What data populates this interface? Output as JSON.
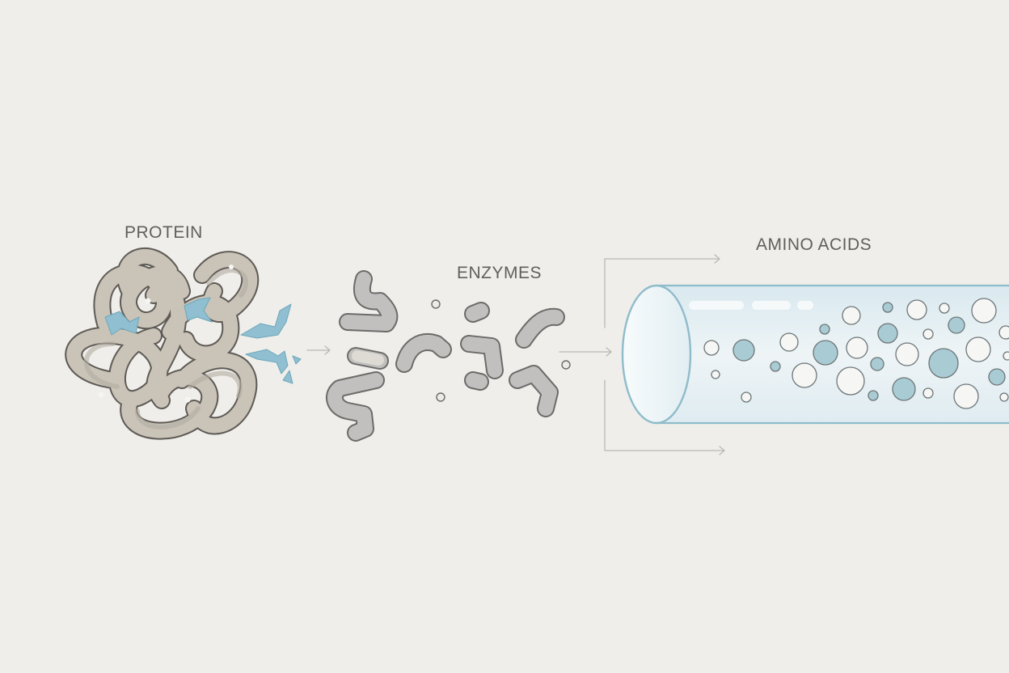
{
  "labels": {
    "protein": "PROTEIN",
    "enzymes": "ENZYMES",
    "amino_acids": "AMINO ACIDS"
  },
  "colors": {
    "background": "#efeeea",
    "ribbon_fill": "#c9c3b8",
    "ribbon_stroke": "#5e5a55",
    "fragment_fill": "#c1c0be",
    "shard_fill": "#8fbfd0",
    "tube_fill": "#e4eef2",
    "tube_stroke": "#8fbccb",
    "amino_teal": "#a9cbd3",
    "amino_white": "#f6f6f4",
    "arrow": "#b9b8b3"
  },
  "icons": [
    "protein-ribbon-icon",
    "enzyme-shard-icon",
    "peptide-fragment-icon",
    "amino-acid-bead-icon",
    "intestine-tube-icon"
  ]
}
